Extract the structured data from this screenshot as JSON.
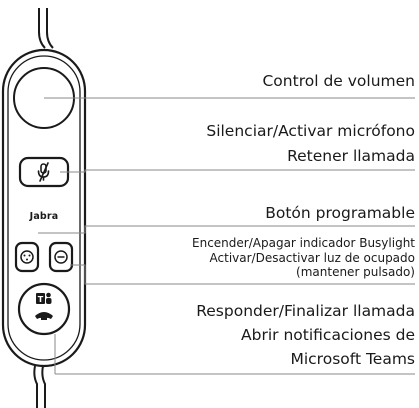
{
  "labels": {
    "volume": "Control de volumen",
    "mute": "Silenciar/Activar micrófono",
    "hold": "Retener llamada",
    "programmable": "Botón programable",
    "busylight_1": "Encender/Apagar indicador Busylight",
    "busylight_2": "Activar/Desactivar luz de ocupado",
    "busylight_3": "(mantener pulsado)",
    "answer": "Responder/Finalizar llamada",
    "notifications_1": "Abrir notificaciones de",
    "notifications_2": "Microsoft Teams"
  },
  "device": {
    "brand": "Jabra"
  },
  "icons": {
    "mute_button": "microphone-icon",
    "programmable_button": "dots-icon",
    "busylight_button": "minus-circle-icon",
    "teams_button": "teams-phone-icon"
  },
  "colors": {
    "line": "#1a1a1a",
    "leader": "#888888",
    "background": "#ffffff"
  }
}
